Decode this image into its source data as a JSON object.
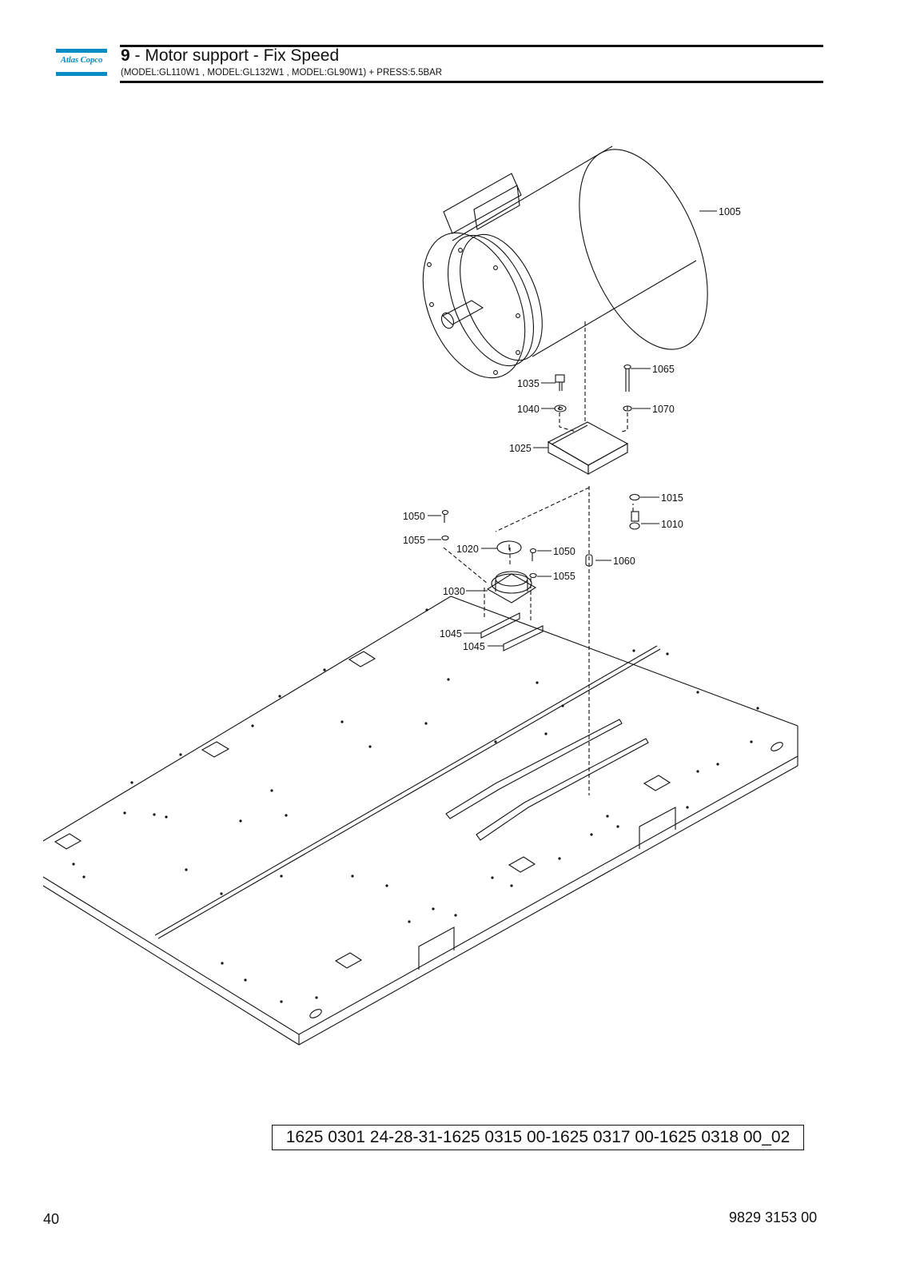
{
  "header": {
    "brand": "Atlas Copco",
    "section_number": "9",
    "section_title": " - Motor support - Fix Speed",
    "subtitle": "(MODEL:GL110W1 , MODEL:GL132W1 , MODEL:GL90W1) + PRESS:5.5BAR"
  },
  "drawing": {
    "callouts": {
      "c1005": "1005",
      "c1065": "1065",
      "c1035": "1035",
      "c1040": "1040",
      "c1070": "1070",
      "c1025": "1025",
      "c1015": "1015",
      "c1010": "1010",
      "c1050a": "1050",
      "c1055a": "1055",
      "c1020": "1020",
      "c1050b": "1050",
      "c1060": "1060",
      "c1055b": "1055",
      "c1030": "1030",
      "c1045a": "1045",
      "c1045b": "1045"
    }
  },
  "reference": "1625 0301 24-28-31-1625 0315 00-1625 0317 00-1625 0318 00_02",
  "footer": {
    "page_number": "40",
    "document_number": "9829 3153 00"
  }
}
